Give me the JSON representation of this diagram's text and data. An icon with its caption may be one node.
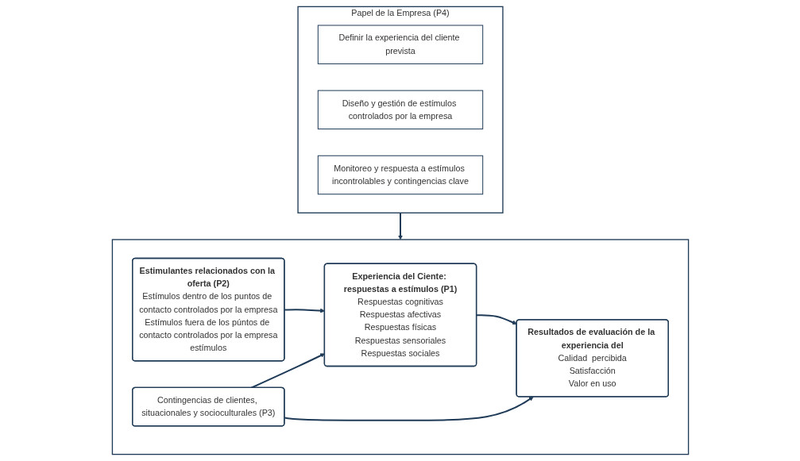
{
  "diagram": {
    "nodes": [
      {
        "text": [
          "Papel de la Empresa (P4)"
        ]
      },
      {
        "text": [
          "Definir la experiencia del cliente prevista"
        ],
        "in": 0
      },
      {
        "text": [
          "Diseño y gestión de estímulos controlados por la empresa"
        ],
        "in": 0
      },
      {
        "text": [
          "Monitoreo y respuesta a estímulos incontrolables y contingencias clave"
        ],
        "in": 0
      },
      {
        "text": [],
        "shape": "box"
      },
      {
        "text": [
          "Estimulantes relacionados con la oferta (P2)",
          "Estímulos dentro de los puntos de contacto controlados por la empresa",
          "Estímulos fuera de los púntos de contacto controlados por la empresa",
          "estímulos"
        ],
        "in": 4
      },
      {
        "text": [
          "Experiencia del Ciente: respuestas a estímulos (P1)",
          "Respuestas cognitivas",
          "Respuestas afectivas",
          "Respuestas físicas",
          "Respuestas sensoriales",
          "Respuestas sociales"
        ],
        "in": 4
      },
      {
        "text": [
          "Resultados de evaluación de la experiencia del",
          "Calidad  percibida",
          "Satisfacción",
          "Valor en uso"
        ],
        "in": 4
      },
      {
        "text": [
          "Contingencias de clientes, situacionales y socioculturales (P3)"
        ],
        "in": 4
      }
    ],
    "edges": [
      {
        "from": 0,
        "to": 4,
        "arrow": "to"
      },
      {
        "from": 5,
        "to": 6,
        "arrow": "to"
      },
      {
        "from": 6,
        "to": 7,
        "arrow": "to"
      },
      {
        "from": 8,
        "to": 6,
        "arrow": "to"
      },
      {
        "from": 8,
        "to": 7,
        "arrow": "to"
      }
    ]
  }
}
